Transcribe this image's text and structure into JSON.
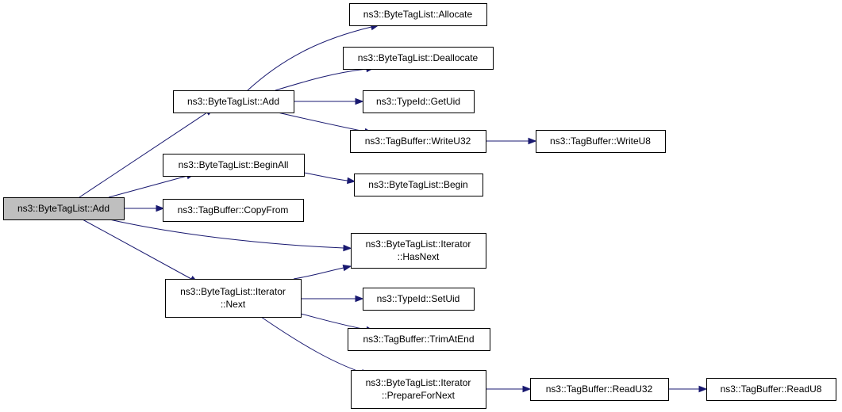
{
  "colors": {
    "edge": "#191970",
    "root_fill": "#bfbfbf",
    "node_fill": "#ffffff",
    "border": "#000000"
  },
  "nodes": [
    {
      "id": "root",
      "lines": [
        "ns3::ByteTagList::Add"
      ],
      "root": true
    },
    {
      "id": "btl-add",
      "lines": [
        "ns3::ByteTagList::Add"
      ]
    },
    {
      "id": "allocate",
      "lines": [
        "ns3::ByteTagList::Allocate"
      ]
    },
    {
      "id": "deallocate",
      "lines": [
        "ns3::ByteTagList::Deallocate"
      ]
    },
    {
      "id": "getuid",
      "lines": [
        "ns3::TypeId::GetUid"
      ]
    },
    {
      "id": "writeu32",
      "lines": [
        "ns3::TagBuffer::WriteU32"
      ]
    },
    {
      "id": "writeu8",
      "lines": [
        "ns3::TagBuffer::WriteU8"
      ]
    },
    {
      "id": "beginall",
      "lines": [
        "ns3::ByteTagList::BeginAll"
      ]
    },
    {
      "id": "begin",
      "lines": [
        "ns3::ByteTagList::Begin"
      ]
    },
    {
      "id": "copyfrom",
      "lines": [
        "ns3::TagBuffer::CopyFrom"
      ]
    },
    {
      "id": "hasnext",
      "lines": [
        "ns3::ByteTagList::Iterator",
        "::HasNext"
      ]
    },
    {
      "id": "next",
      "lines": [
        "ns3::ByteTagList::Iterator",
        "::Next"
      ]
    },
    {
      "id": "setuid",
      "lines": [
        "ns3::TypeId::SetUid"
      ]
    },
    {
      "id": "trimatend",
      "lines": [
        "ns3::TagBuffer::TrimAtEnd"
      ]
    },
    {
      "id": "preparefornext",
      "lines": [
        "ns3::ByteTagList::Iterator",
        "::PrepareForNext"
      ]
    },
    {
      "id": "readu32",
      "lines": [
        "ns3::TagBuffer::ReadU32"
      ]
    },
    {
      "id": "readu8",
      "lines": [
        "ns3::TagBuffer::ReadU8"
      ]
    }
  ],
  "edges": [
    {
      "from": "root",
      "to": "btl-add"
    },
    {
      "from": "root",
      "to": "beginall"
    },
    {
      "from": "root",
      "to": "copyfrom"
    },
    {
      "from": "root",
      "to": "hasnext"
    },
    {
      "from": "root",
      "to": "next"
    },
    {
      "from": "btl-add",
      "to": "allocate"
    },
    {
      "from": "btl-add",
      "to": "deallocate"
    },
    {
      "from": "btl-add",
      "to": "getuid"
    },
    {
      "from": "btl-add",
      "to": "writeu32"
    },
    {
      "from": "writeu32",
      "to": "writeu8"
    },
    {
      "from": "beginall",
      "to": "begin"
    },
    {
      "from": "next",
      "to": "hasnext"
    },
    {
      "from": "next",
      "to": "setuid"
    },
    {
      "from": "next",
      "to": "trimatend"
    },
    {
      "from": "next",
      "to": "preparefornext"
    },
    {
      "from": "preparefornext",
      "to": "readu32"
    },
    {
      "from": "readu32",
      "to": "readu8"
    }
  ]
}
